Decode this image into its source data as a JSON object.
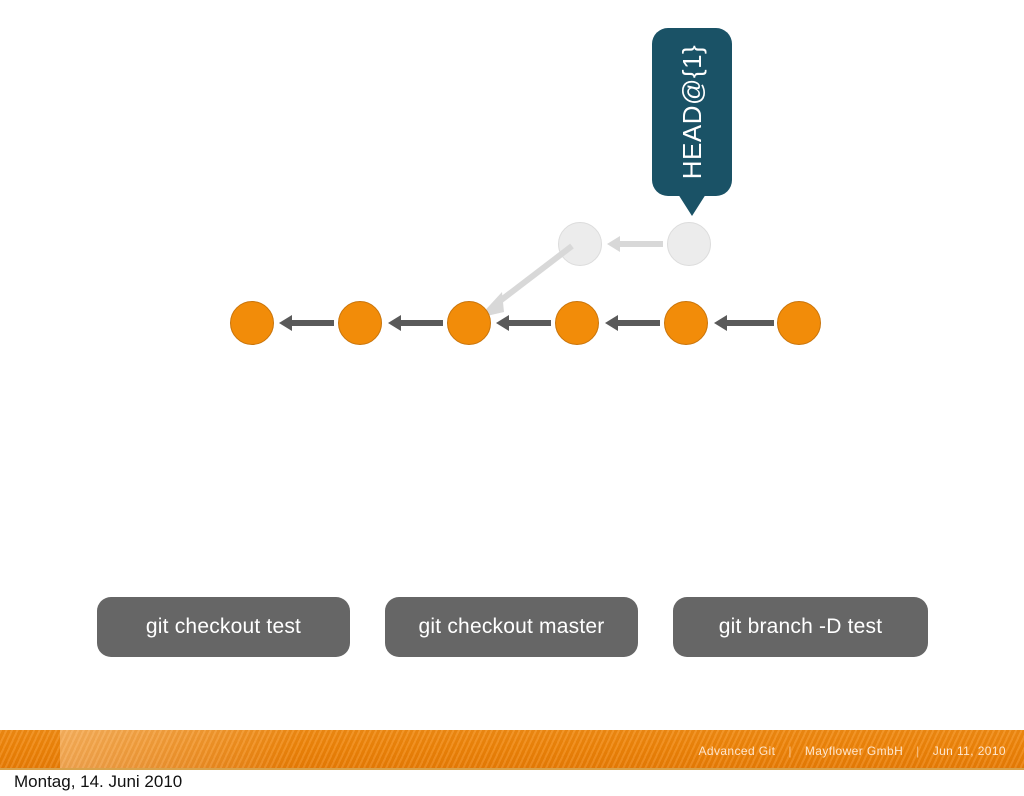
{
  "slide": {
    "callout": {
      "label": "HEAD@{1}",
      "color": "#1a5266"
    },
    "graph": {
      "orange_color": "#f28c09",
      "ghost_color": "#ececec",
      "arrow_dark_color": "#5a5a5a",
      "arrow_light_color": "#d8d8d8",
      "main_branch_nodes": [
        {
          "name": "commit-1"
        },
        {
          "name": "commit-2"
        },
        {
          "name": "commit-3"
        },
        {
          "name": "commit-4"
        },
        {
          "name": "commit-5"
        },
        {
          "name": "commit-6"
        }
      ],
      "deleted_branch_nodes": [
        {
          "name": "deleted-commit-1"
        },
        {
          "name": "deleted-commit-2"
        }
      ]
    },
    "commands": [
      {
        "label": "git checkout test"
      },
      {
        "label": "git checkout master"
      },
      {
        "label": "git branch -D test"
      }
    ],
    "footer": {
      "title": "Advanced Git",
      "company": "Mayflower GmbH",
      "date": "Jun 11, 2010",
      "separator": "|",
      "band_color": "#ef8408"
    }
  },
  "caption": "Montag, 14. Juni 2010"
}
